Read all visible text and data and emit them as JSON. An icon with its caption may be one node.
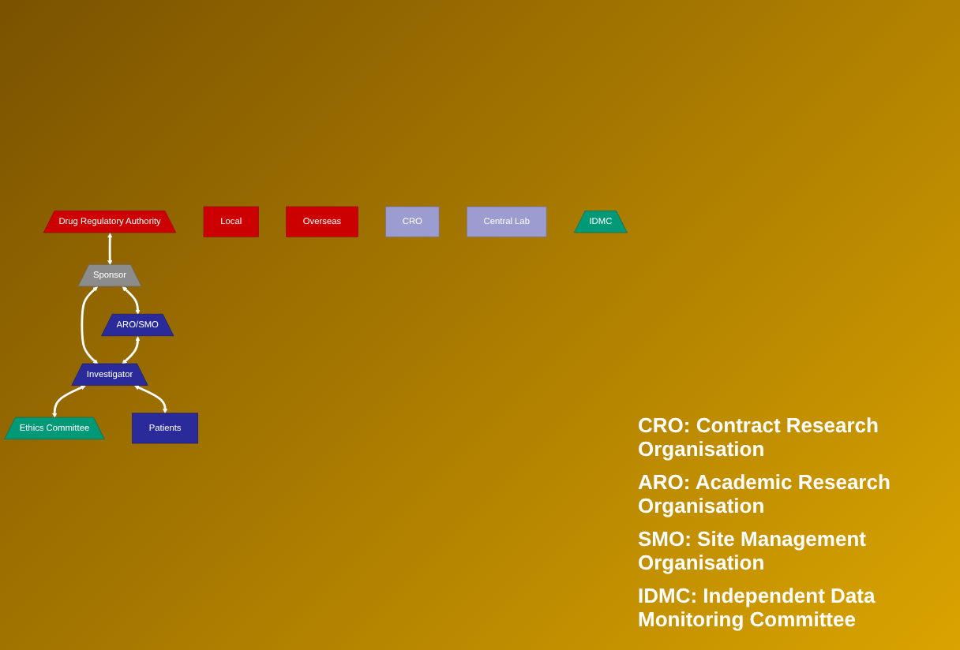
{
  "diagram": {
    "nodes": [
      {
        "text": [
          "Drug Regulatory Authority"
        ]
      },
      {
        "text": [
          "Local"
        ]
      },
      {
        "text": [
          "Overseas"
        ]
      },
      {
        "text": [
          "Sponsor"
        ]
      },
      {
        "text": [
          "CRO"
        ]
      },
      {
        "text": [
          "Central Lab"
        ]
      },
      {
        "text": [
          "ARO/SMO"
        ]
      },
      {
        "text": [
          "Investigator"
        ]
      },
      {
        "text": [
          "Ethics Committee"
        ]
      },
      {
        "text": [
          "IDMC"
        ]
      },
      {
        "text": [
          "Patients"
        ]
      }
    ],
    "edges": [
      {
        "from": 0,
        "to": 3,
        "arrow": "both"
      },
      {
        "from": 3,
        "to": 7,
        "arrow": "both"
      },
      {
        "from": 3,
        "to": 6,
        "arrow": "both"
      },
      {
        "from": 6,
        "to": 7,
        "arrow": "both"
      },
      {
        "from": 7,
        "to": 8,
        "arrow": "both"
      },
      {
        "from": 7,
        "to": 10,
        "arrow": "both"
      }
    ],
    "labels": [
      "CRO: Contract Research Organisation",
      "ARO: Academic Research Organisation",
      "SMO: Site Management Organisation",
      "IDMC: Independent Data Monitoring Committee"
    ]
  }
}
